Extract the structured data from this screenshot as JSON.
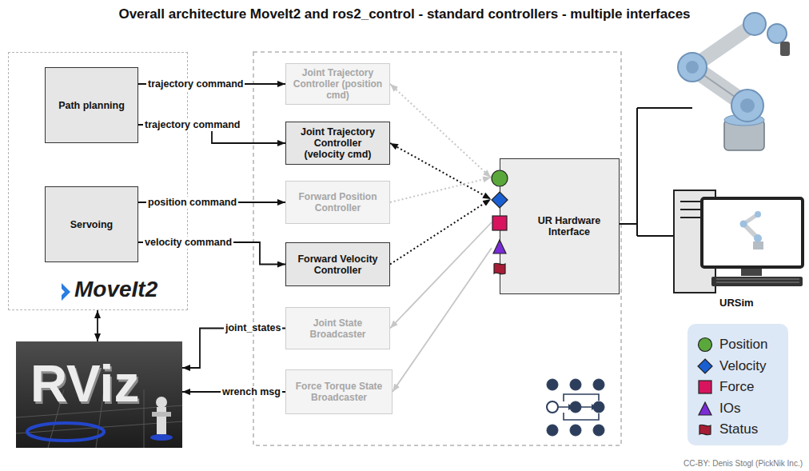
{
  "diagram": {
    "title": "Overall architecture MoveIt2 and ros2_control - standard controllers - multiple interfaces",
    "caption": "CC-BY: Denis Stogl (PickNik Inc.)",
    "nodes": [
      {
        "text": [
          "MoveIt2"
        ]
      },
      {
        "text": [
          "Path planning"
        ],
        "in": 0
      },
      {
        "text": [
          "Servoing"
        ],
        "in": 0
      },
      {
        "text": [
          "Joint Trajectory Controller (position cmd)"
        ]
      },
      {
        "text": [
          "Joint Trajectory Controller (velocity cmd)"
        ]
      },
      {
        "text": [
          "Forward Position Controller"
        ]
      },
      {
        "text": [
          "Forward Velocity Controller"
        ]
      },
      {
        "text": [
          "Joint State Broadcaster"
        ]
      },
      {
        "text": [
          "Force Torque State Broadcaster"
        ]
      },
      {
        "text": [
          "UR Hardware Interface"
        ]
      },
      {
        "text": [
          "RViz"
        ]
      }
    ],
    "edges": [
      {
        "from": 1,
        "to": 3,
        "arrow": "to",
        "label": "trajectory command"
      },
      {
        "from": 1,
        "to": 4,
        "arrow": "to",
        "label": "trajectory command"
      },
      {
        "from": 2,
        "to": 5,
        "arrow": "to",
        "label": "position command"
      },
      {
        "from": 2,
        "to": 6,
        "arrow": "to",
        "label": "velocity command"
      },
      {
        "from": 3,
        "to": 9,
        "arrow": "both"
      },
      {
        "from": 4,
        "to": 9,
        "arrow": "both"
      },
      {
        "from": 5,
        "to": 9,
        "arrow": "to"
      },
      {
        "from": 6,
        "to": 9,
        "arrow": "to"
      },
      {
        "from": 9,
        "to": 7,
        "arrow": "to"
      },
      {
        "from": 9,
        "to": 8,
        "arrow": "to"
      },
      {
        "from": 7,
        "to": 10,
        "arrow": "to",
        "label": "joint_states"
      },
      {
        "from": 8,
        "to": 10,
        "arrow": "to",
        "label": "wrench msg"
      },
      {
        "from": 0,
        "to": 10,
        "arrow": "both"
      }
    ],
    "labels": [
      "URSim"
    ],
    "legend": [
      {
        "text": "Position"
      },
      {
        "text": "Velocity"
      },
      {
        "text": "Force"
      },
      {
        "text": "IOs"
      },
      {
        "text": "Status"
      }
    ]
  }
}
